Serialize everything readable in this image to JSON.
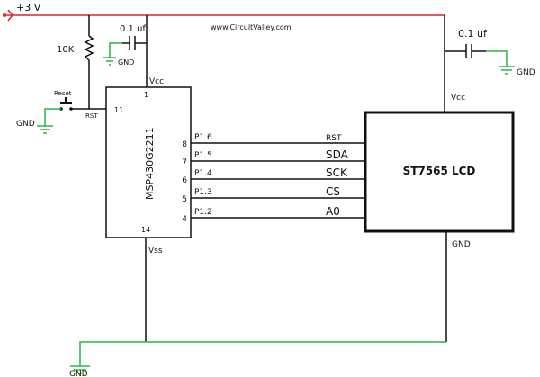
{
  "supply_label": "+3 V",
  "watermark": "www.CircuitValley.com",
  "resistor_label": "10K",
  "reset_label": "Reset",
  "rst_net_label": "RST",
  "gnd_label": "GND",
  "mcu": {
    "name": "MSP430G2211",
    "vcc_label": "Vcc",
    "vss_label": "Vss",
    "pin_vcc": "1",
    "pin_rst": "11",
    "pin_vss": "14",
    "pins": [
      {
        "num": "8",
        "port": "P1.6",
        "signal": "RST"
      },
      {
        "num": "7",
        "port": "P1.5",
        "signal": "SDA"
      },
      {
        "num": "6",
        "port": "P1.4",
        "signal": "SCK"
      },
      {
        "num": "5",
        "port": "P1.3",
        "signal": "CS"
      },
      {
        "num": "4",
        "port": "P1.2",
        "signal": "A0"
      }
    ]
  },
  "mcu_cap_label": "0.1 uf",
  "lcd": {
    "name": "ST7565 LCD",
    "vcc_label": "Vcc",
    "gnd_label": "GND"
  },
  "lcd_cap_label": "0.1 uf",
  "colors": {
    "supply": "#e0202a",
    "ground": "#2bb34a",
    "wire": "#111111"
  }
}
